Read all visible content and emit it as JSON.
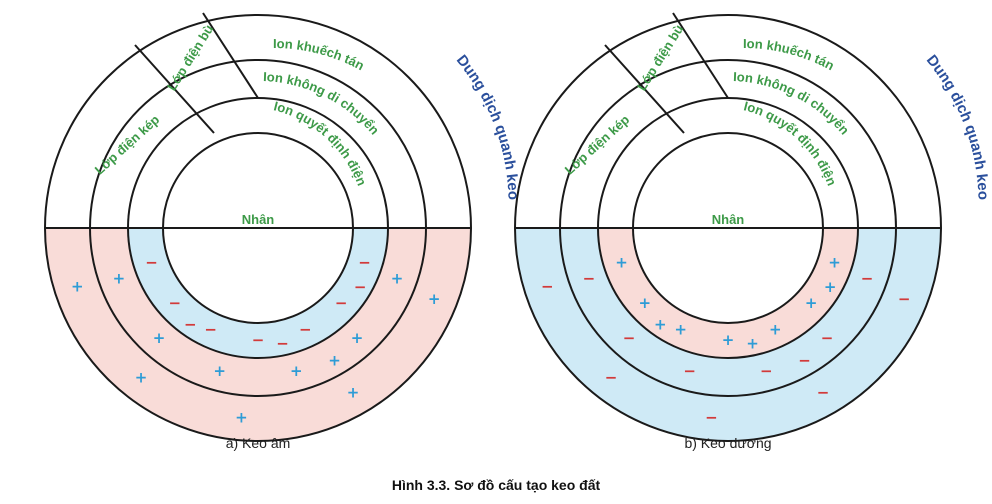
{
  "diagrams": [
    {
      "id": "a",
      "caption": "a) Keo âm",
      "labels": {
        "core": "Nhân",
        "double_layer": "Lớp điện kép",
        "compensating_layer": "Lớp điện bù",
        "diffuse_ions": "Ion khuếch tán",
        "immobile_ions": "Ion không di chuyển",
        "determining_ions": "Ion quyết định điện",
        "surrounding_solution": "Dung dịch quanh keo"
      },
      "bands": {
        "determining": "blue",
        "immobile": "pink",
        "diffuse": "pink"
      },
      "band_ions": {
        "determining": "minus",
        "immobile": "plus",
        "diffuse": "plus"
      }
    },
    {
      "id": "b",
      "caption": "b) Keo dương",
      "labels": {
        "core": "Nhân",
        "double_layer": "Lớp điện kép",
        "compensating_layer": "Lớp điện bù",
        "diffuse_ions": "Ion khuếch tán",
        "immobile_ions": "Ion không di chuyển",
        "determining_ions": "Ion quyết định điện",
        "surrounding_solution": "Dung dịch quanh keo"
      },
      "bands": {
        "determining": "pink",
        "immobile": "blue",
        "diffuse": "blue"
      },
      "band_ions": {
        "determining": "plus",
        "immobile": "minus",
        "diffuse": "minus"
      }
    }
  ],
  "figure_title": "Hình 3.3. Sơ đồ cấu tạo keo đất",
  "colors": {
    "pink": "#f9dcd8",
    "blue": "#cfeaf6",
    "plus": "#2e9cd6",
    "minus": "#d23a3a",
    "green_text": "#3d9a48",
    "blue_text": "#2a4f9c"
  },
  "symbols": {
    "plus": "+",
    "minus": "−"
  }
}
